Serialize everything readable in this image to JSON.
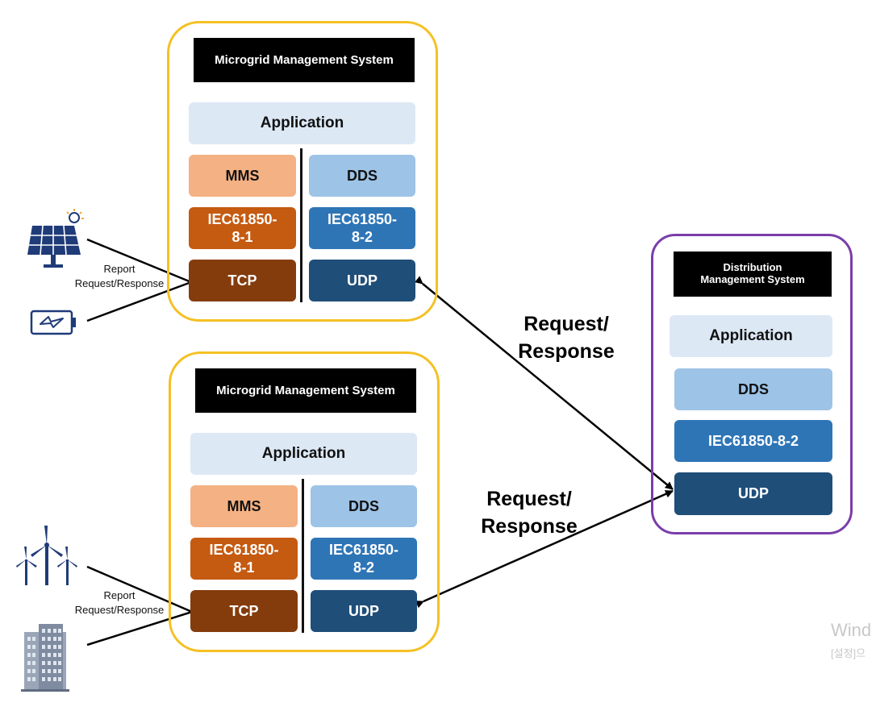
{
  "mgms_top": {
    "title": "Microgrid Management System",
    "application": "Application",
    "mms": "MMS",
    "dds": "DDS",
    "iec_8_1": "IEC61850-\n8-1",
    "iec_8_2": "IEC61850-\n8-2",
    "tcp": "TCP",
    "udp": "UDP"
  },
  "mgms_bottom": {
    "title": "Microgrid Management System",
    "application": "Application",
    "mms": "MMS",
    "dds": "DDS",
    "iec_8_1": "IEC61850-\n8-1",
    "iec_8_2": "IEC61850-\n8-2",
    "tcp": "TCP",
    "udp": "UDP"
  },
  "dms": {
    "title": "Distribution\nManagement System",
    "application": "Application",
    "dds": "DDS",
    "iec": "IEC61850-8-2",
    "udp": "UDP"
  },
  "labels": {
    "report_top": "Report\nRequest/Response",
    "report_bottom": "Report\nRequest/Response",
    "req_resp_top": "Request/\nResponse",
    "req_resp_bottom": "Request/\nResponse"
  },
  "icons": [
    "solar-panel-icon",
    "battery-icon",
    "wind-turbine-icon",
    "building-icon"
  ],
  "watermark": {
    "line1": "Wind",
    "line2": "[설정]으"
  },
  "colors": {
    "frame_microgrid": "#f5c023",
    "frame_distribution": "#7a3ea8",
    "mms": "#f4b183",
    "iec_8_1": "#c55a11",
    "tcp": "#843c0c",
    "dds": "#9dc3e6",
    "iec_8_2": "#2e75b6",
    "udp": "#1f4e79",
    "application": "#dde8f5"
  }
}
